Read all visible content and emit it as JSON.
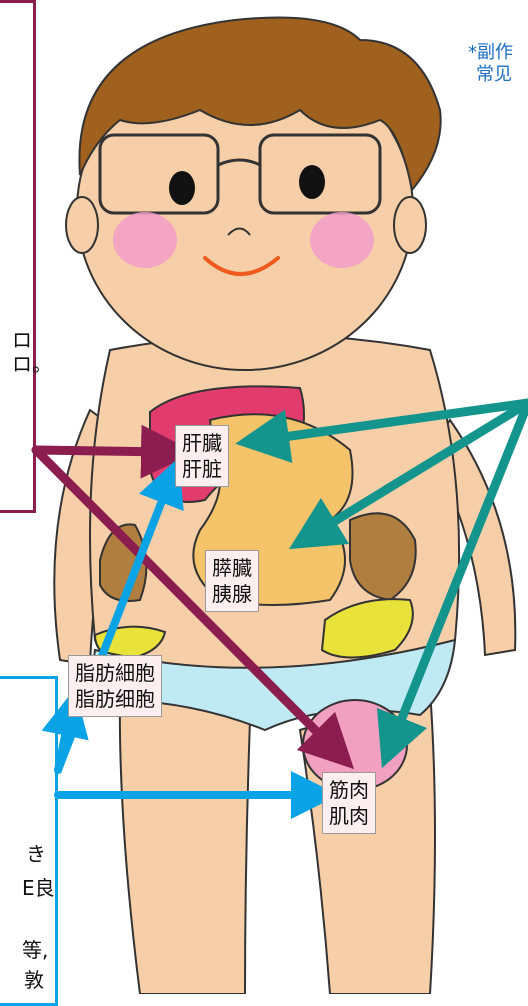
{
  "notes": {
    "top_right_line1": "*副作",
    "top_right_line2": "常见",
    "left_cut_1": "ロ",
    "left_cut_2": "ロ。",
    "bottom_cut_1": "き",
    "bottom_cut_2": "E良",
    "bottom_cut_3": "等,",
    "bottom_cut_4": "敦"
  },
  "labels": {
    "liver_jp": "肝臓",
    "liver_cn": "肝脏",
    "pancreas_jp": "膵臓",
    "pancreas_cn": "胰腺",
    "fat_jp": "脂肪細胞",
    "fat_cn": "脂肪细胞",
    "muscle_jp": "筋肉",
    "muscle_cn": "肌肉"
  },
  "colors": {
    "maroon": "#8b1d4f",
    "teal": "#13958d",
    "blue": "#0aa3e6",
    "skin": "#f6cfa8",
    "hair": "#a0601e",
    "liver": "#e23b6e",
    "intestine": "#f5c46a",
    "fat": "#e8e23a",
    "kidney": "#b07e3f",
    "underwear": "#bfe9f3",
    "muscle": "#f2a0c0",
    "cheek": "#f29ec8"
  }
}
